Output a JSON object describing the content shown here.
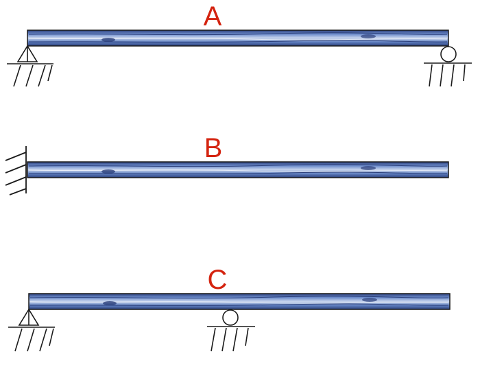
{
  "beams": [
    {
      "label": "A",
      "supports": [
        "pin",
        "roller"
      ]
    },
    {
      "label": "B",
      "supports": [
        "fixed"
      ]
    },
    {
      "label": "C",
      "supports": [
        "pin",
        "roller"
      ]
    }
  ],
  "colors": {
    "label": "#d4230f",
    "wood_dark": "#2b3f7a",
    "wood_mid": "#5f7fc0",
    "wood_light": "#c9d6ee",
    "ink": "#1a1a1a"
  }
}
